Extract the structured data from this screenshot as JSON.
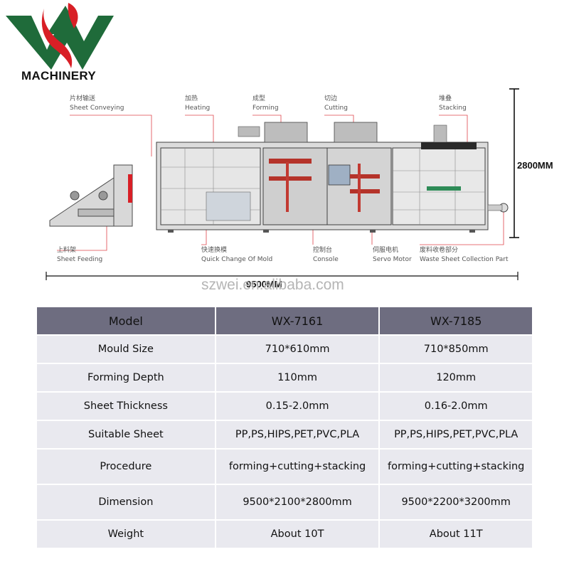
{
  "brand": {
    "name": "MACHINERY",
    "colors": {
      "green": "#1f6b3a",
      "red": "#d81f26"
    }
  },
  "diagram": {
    "top_labels": [
      {
        "zh": "片材输送",
        "en": "Sheet Conveying"
      },
      {
        "zh": "加热",
        "en": "Heating"
      },
      {
        "zh": "成型",
        "en": "Forming"
      },
      {
        "zh": "切边",
        "en": "Cutting"
      },
      {
        "zh": "堆叠",
        "en": "Stacking"
      }
    ],
    "bottom_labels": [
      {
        "zh": "上料架",
        "en": "Sheet Feeding"
      },
      {
        "zh": "快速换模",
        "en": "Quick Change Of Mold"
      },
      {
        "zh": "控制台",
        "en": "Console"
      },
      {
        "zh": "伺服电机",
        "en": "Servo Motor"
      },
      {
        "zh": "废料收卷部分",
        "en": "Waste Sheet Collection Part"
      }
    ],
    "height_dim": "2800MM",
    "length_dim": "9500MM",
    "watermark": "szwei.en.alibaba.com"
  },
  "table": {
    "headers": [
      "Model",
      "WX-7161",
      "WX-7185"
    ],
    "rows": [
      [
        "Mould Size",
        "710*610mm",
        "710*850mm"
      ],
      [
        "Forming Depth",
        "110mm",
        "120mm"
      ],
      [
        "Sheet Thickness",
        "0.15-2.0mm",
        "0.16-2.0mm"
      ],
      [
        "Suitable Sheet",
        "PP,PS,HIPS,PET,PVC,PLA",
        "PP,PS,HIPS,PET,PVC,PLA"
      ],
      [
        "Procedure",
        "forming+cutting+stacking",
        "forming+cutting+stacking"
      ],
      [
        "Dimension",
        "9500*2100*2800mm",
        "9500*2200*3200mm"
      ],
      [
        "Weight",
        "About 10T",
        "About 11T"
      ]
    ]
  }
}
